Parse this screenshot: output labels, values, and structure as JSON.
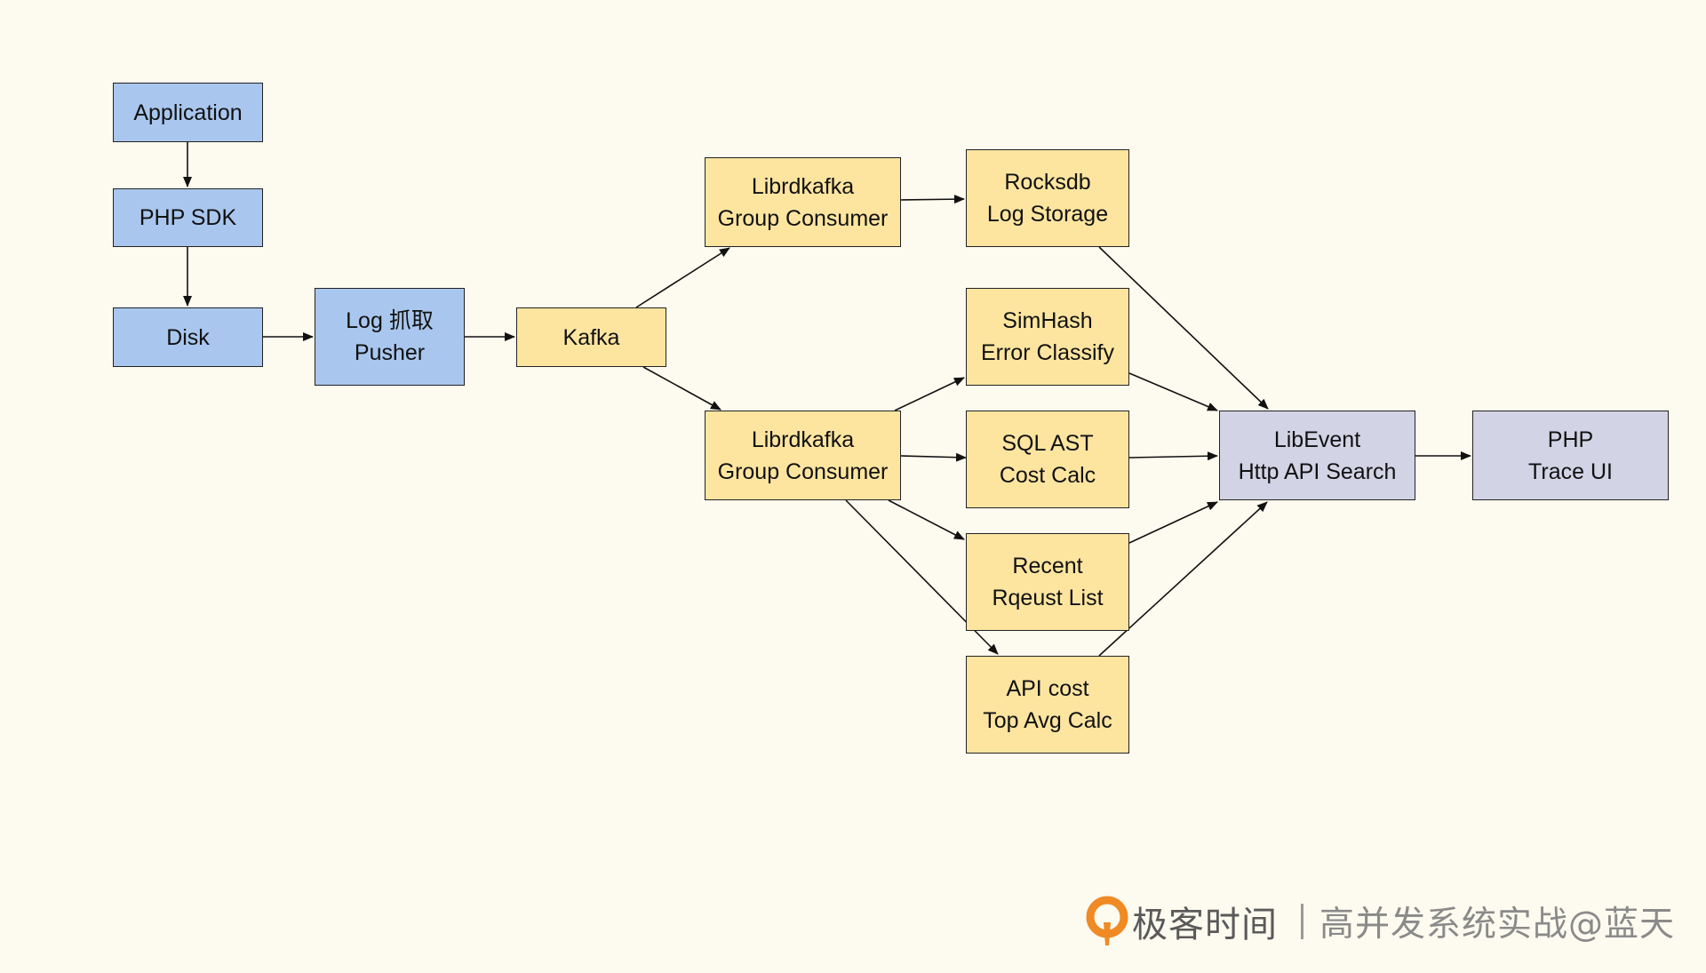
{
  "nodes": {
    "application": [
      "Application"
    ],
    "php_sdk": [
      "PHP SDK"
    ],
    "disk": [
      "Disk"
    ],
    "log_pusher": [
      "Log 抓取",
      "Pusher"
    ],
    "kafka": [
      "Kafka"
    ],
    "consumer_top": [
      "Librdkafka",
      "Group Consumer"
    ],
    "consumer_bottom": [
      "Librdkafka",
      "Group Consumer"
    ],
    "rocksdb": [
      "Rocksdb",
      "Log Storage"
    ],
    "simhash": [
      "SimHash",
      "Error Classify"
    ],
    "sql_ast": [
      "SQL AST",
      "Cost Calc"
    ],
    "recent_list": [
      "Recent",
      "Rqeust List"
    ],
    "api_cost": [
      "API cost",
      "Top Avg Calc"
    ],
    "libevent": [
      "LibEvent",
      "Http API Search"
    ],
    "trace_ui": [
      "PHP",
      "Trace UI"
    ]
  },
  "colors": {
    "client": "#a9c7ee",
    "pipeline": "#fde5a0",
    "serving": "#d3d3e6",
    "background": "#fdfaef",
    "logo_orange": "#f08a24"
  },
  "edges": [
    [
      "application",
      "php_sdk"
    ],
    [
      "php_sdk",
      "disk"
    ],
    [
      "disk",
      "log_pusher"
    ],
    [
      "log_pusher",
      "kafka"
    ],
    [
      "kafka",
      "consumer_top"
    ],
    [
      "kafka",
      "consumer_bottom"
    ],
    [
      "consumer_top",
      "rocksdb"
    ],
    [
      "consumer_bottom",
      "simhash"
    ],
    [
      "consumer_bottom",
      "sql_ast"
    ],
    [
      "consumer_bottom",
      "recent_list"
    ],
    [
      "consumer_bottom",
      "api_cost"
    ],
    [
      "rocksdb",
      "libevent"
    ],
    [
      "simhash",
      "libevent"
    ],
    [
      "sql_ast",
      "libevent"
    ],
    [
      "recent_list",
      "libevent"
    ],
    [
      "api_cost",
      "libevent"
    ],
    [
      "libevent",
      "trace_ui"
    ]
  ],
  "brand": {
    "logo_icon": "geektime-logo-icon",
    "name": "极客时间",
    "course": "高并发系统实战@蓝天"
  }
}
